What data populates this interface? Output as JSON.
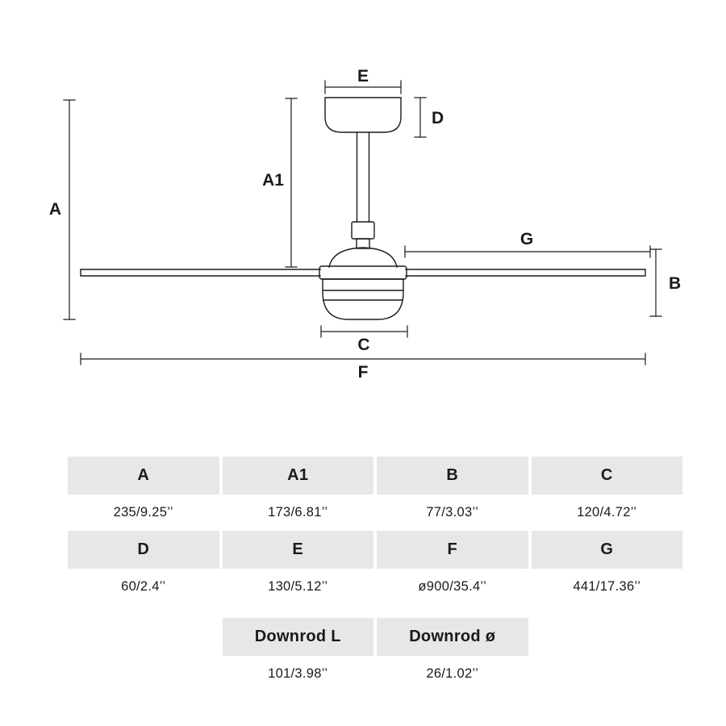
{
  "diagram": {
    "labels": {
      "A": "A",
      "A1": "A1",
      "B": "B",
      "C": "C",
      "D": "D",
      "E": "E",
      "F": "F",
      "G": "G"
    }
  },
  "table": {
    "row1": {
      "h": [
        "A",
        "A1",
        "B",
        "C"
      ],
      "v": [
        "235/9.25’’",
        "173/6.81’’",
        "77/3.03’’",
        "120/4.72’’"
      ]
    },
    "row2": {
      "h": [
        "D",
        "E",
        "F",
        "G"
      ],
      "v": [
        "60/2.4’’",
        "130/5.12’’",
        "ø900/35.4’’",
        "441/17.36’’"
      ]
    },
    "row3": {
      "h": [
        "Downrod L",
        "Downrod ø"
      ],
      "v": [
        "101/3.98’’",
        "26/1.02’’"
      ]
    }
  },
  "colors": {
    "header_bg": "#e7e7e7",
    "line": "#1a1a1a",
    "background": "#ffffff"
  }
}
